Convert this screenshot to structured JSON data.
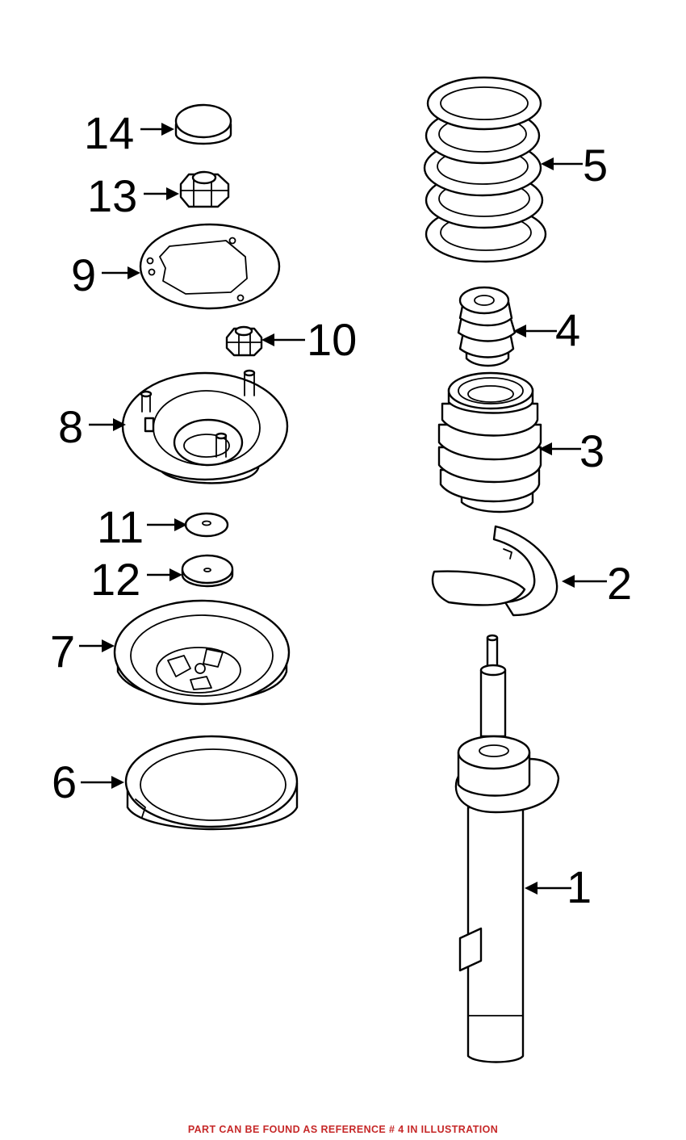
{
  "callouts": {
    "c1": "1",
    "c2": "2",
    "c3": "3",
    "c4": "4",
    "c5": "5",
    "c6": "6",
    "c7": "7",
    "c8": "8",
    "c9": "9",
    "c10": "10",
    "c11": "11",
    "c12": "12",
    "c13": "13",
    "c14": "14"
  },
  "footnote": "PART CAN BE FOUND AS REFERENCE # 4 IN ILLUSTRATION",
  "colors": {
    "line": "#000000",
    "footnote": "#c62828",
    "background": "#ffffff"
  }
}
